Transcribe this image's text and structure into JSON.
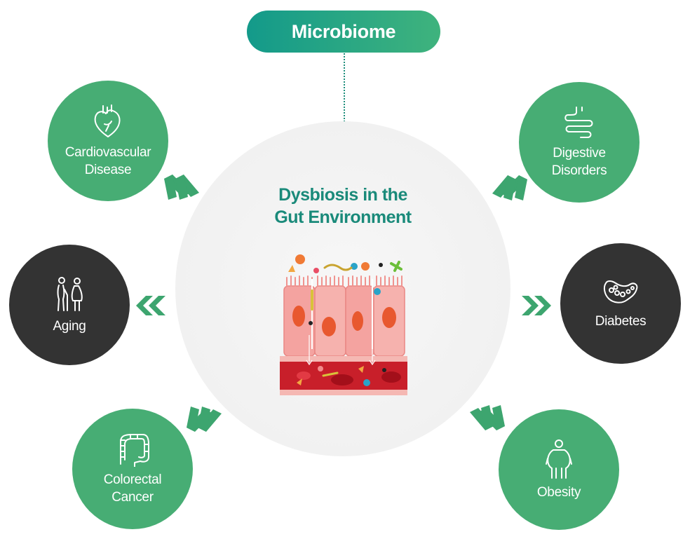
{
  "header": {
    "title": "Microbiome"
  },
  "center": {
    "title_line1": "Dysbiosis in the",
    "title_line2": "Gut Environment"
  },
  "nodes": {
    "cardiovascular": {
      "line1": "Cardiovascular",
      "line2": "Disease",
      "icon": "heart-icon"
    },
    "digestive": {
      "line1": "Digestive",
      "line2": "Disorders",
      "icon": "intestine-icon"
    },
    "aging": {
      "line1": "Aging",
      "icon": "elderly-couple-icon"
    },
    "diabetes": {
      "line1": "Diabetes",
      "icon": "pancreas-icon"
    },
    "colorectal": {
      "line1": "Colorectal",
      "line2": "Cancer",
      "icon": "colon-icon"
    },
    "obesity": {
      "line1": "Obesity",
      "icon": "obese-person-icon"
    }
  },
  "colors": {
    "green": "#47ad74",
    "dark": "#333333",
    "teal": "#1a8a7a",
    "chevron": "#3da56f"
  }
}
